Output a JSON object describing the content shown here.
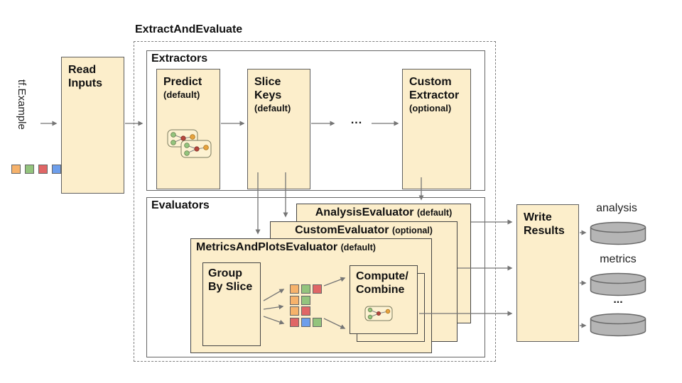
{
  "pipeline": {
    "title": "ExtractAndEvaluate"
  },
  "input": {
    "label": "tf.Example",
    "squares": [
      "orange",
      "green",
      "red",
      "blue"
    ]
  },
  "read_inputs": {
    "title": "Read\nInputs"
  },
  "extractors": {
    "label": "Extractors",
    "predict": {
      "title": "Predict",
      "qualifier": "(default)",
      "icon": "model-graph-icon"
    },
    "slice_keys": {
      "title": "Slice\nKeys",
      "qualifier": "(default)"
    },
    "ellipsis": "...",
    "custom_extractor": {
      "title": "Custom\nExtractor",
      "qualifier": "(optional)"
    }
  },
  "evaluators": {
    "label": "Evaluators",
    "analysis_evaluator": {
      "title": "AnalysisEvaluator",
      "qualifier": "(default)"
    },
    "custom_evaluator": {
      "title": "CustomEvaluator",
      "qualifier": "(optional)"
    },
    "metrics_and_plots_evaluator": {
      "title": "MetricsAndPlotsEvaluator",
      "qualifier": "(default)"
    },
    "group_by_slice": {
      "title": "Group\nBy Slice"
    },
    "slice_rows": [
      [
        "orange",
        "green",
        "red"
      ],
      [
        "orange",
        "green"
      ],
      [
        "orange",
        "red"
      ],
      [
        "red",
        "blue",
        "green"
      ]
    ],
    "compute_combine": {
      "title": "Compute/\nCombine",
      "icon": "model-graph-icon"
    }
  },
  "write_results": {
    "title": "Write\nResults"
  },
  "outputs": {
    "items": [
      {
        "label": "analysis",
        "icon": "database-cylinder-icon"
      },
      {
        "label": "metrics",
        "icon": "database-cylinder-icon"
      },
      {
        "label": "...",
        "icon": "database-cylinder-icon"
      }
    ]
  },
  "colors": {
    "orange": "#f6b26b",
    "green": "#93c47d",
    "red": "#e06666",
    "blue": "#6d9eeb",
    "box_fill": "#fceecb",
    "container_border": "#666666",
    "arrow": "#757575",
    "cylinder_fill": "#b5b5b5",
    "cylinder_stroke": "#696969"
  }
}
